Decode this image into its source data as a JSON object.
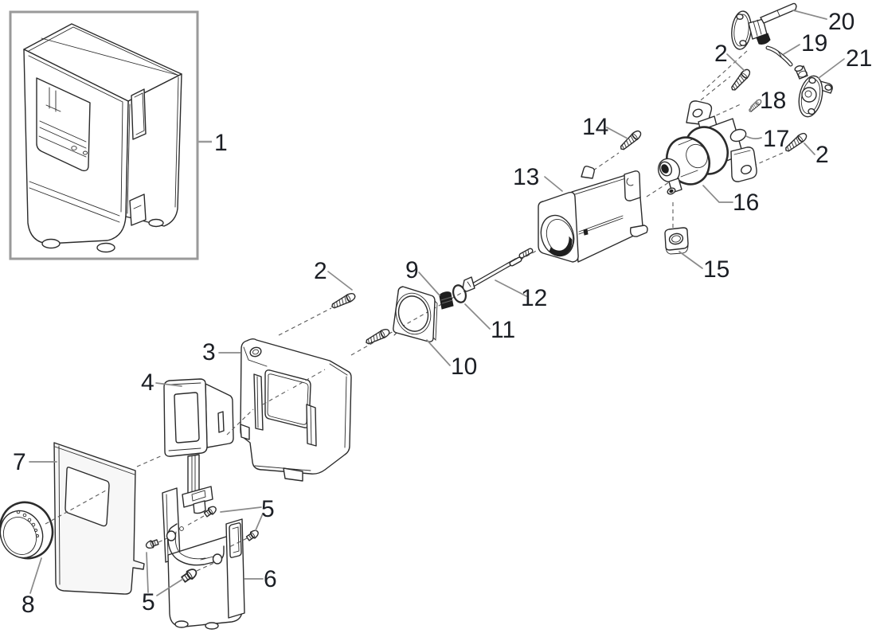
{
  "figure": {
    "type": "exploded-parts-diagram",
    "description_hint": "line-art exploded view with numbered callouts",
    "visible_labels": [
      "1",
      "2",
      "3",
      "4",
      "5",
      "6",
      "7",
      "8",
      "9",
      "10",
      "11",
      "12",
      "13",
      "14",
      "15",
      "16",
      "17",
      "18",
      "19",
      "20",
      "21"
    ]
  },
  "colors": {
    "background": "#ffffff",
    "line_art": "#2b2b2b",
    "callout_label": "#1b1e24",
    "leader_line": "#8a8a8a",
    "inset_border": "#9a9a9a",
    "dashed_axis": "#5a5a5a",
    "cover_shade": "#f7f7f7",
    "dark_fill": "#1f1f1f"
  },
  "callouts": [
    {
      "text": "1",
      "part": "enclosure-assembly-inset"
    },
    {
      "text": "20",
      "part": "shaft-fitting"
    },
    {
      "text": "19",
      "part": "pin-tube"
    },
    {
      "text": "2",
      "part": "screw"
    },
    {
      "text": "21",
      "part": "flange"
    },
    {
      "text": "18",
      "part": "screw-small"
    },
    {
      "text": "14",
      "part": "screw"
    },
    {
      "text": "17",
      "part": "washer"
    },
    {
      "text": "2",
      "part": "screw"
    },
    {
      "text": "13",
      "part": "sleeve-housing"
    },
    {
      "text": "16",
      "part": "valve-body"
    },
    {
      "text": "15",
      "part": "nut"
    },
    {
      "text": "2",
      "part": "screw"
    },
    {
      "text": "9",
      "part": "bushing"
    },
    {
      "text": "12",
      "part": "spindle"
    },
    {
      "text": "11",
      "part": "o-ring"
    },
    {
      "text": "3",
      "part": "back-plate"
    },
    {
      "text": "10",
      "part": "bezel-gasket"
    },
    {
      "text": "4",
      "part": "mounting-frame"
    },
    {
      "text": "7",
      "part": "front-cover"
    },
    {
      "text": "5",
      "part": "screw-stub"
    },
    {
      "text": "6",
      "part": "bracket-plate"
    },
    {
      "text": "5",
      "part": "screw-stub"
    },
    {
      "text": "8",
      "part": "knob"
    }
  ]
}
